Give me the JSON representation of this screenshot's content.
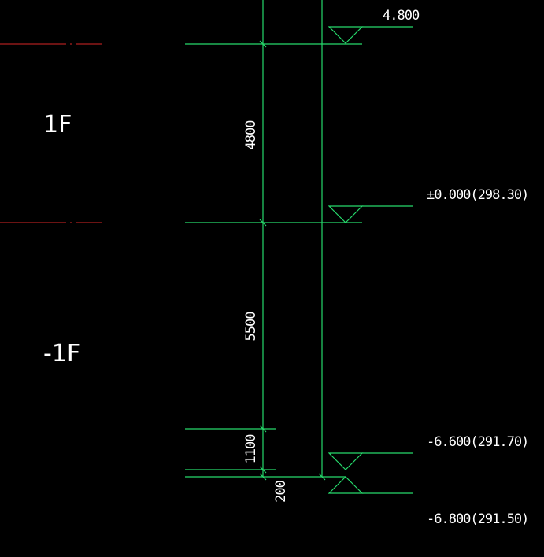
{
  "colors": {
    "background": "#000000",
    "dimension_line": "#26d96b",
    "axis_line": "#d92626",
    "text": "#ffffff"
  },
  "floors": [
    {
      "label": "1F"
    },
    {
      "label": "-1F"
    }
  ],
  "elevations": [
    {
      "label": "4.800"
    },
    {
      "label": "±0.000(298.30)"
    },
    {
      "label": "-6.600(291.70)"
    },
    {
      "label": "-6.800(291.50)"
    }
  ],
  "dimensions": [
    {
      "label": "4800"
    },
    {
      "label": "5500"
    },
    {
      "label": "1100"
    },
    {
      "label": "200"
    }
  ]
}
